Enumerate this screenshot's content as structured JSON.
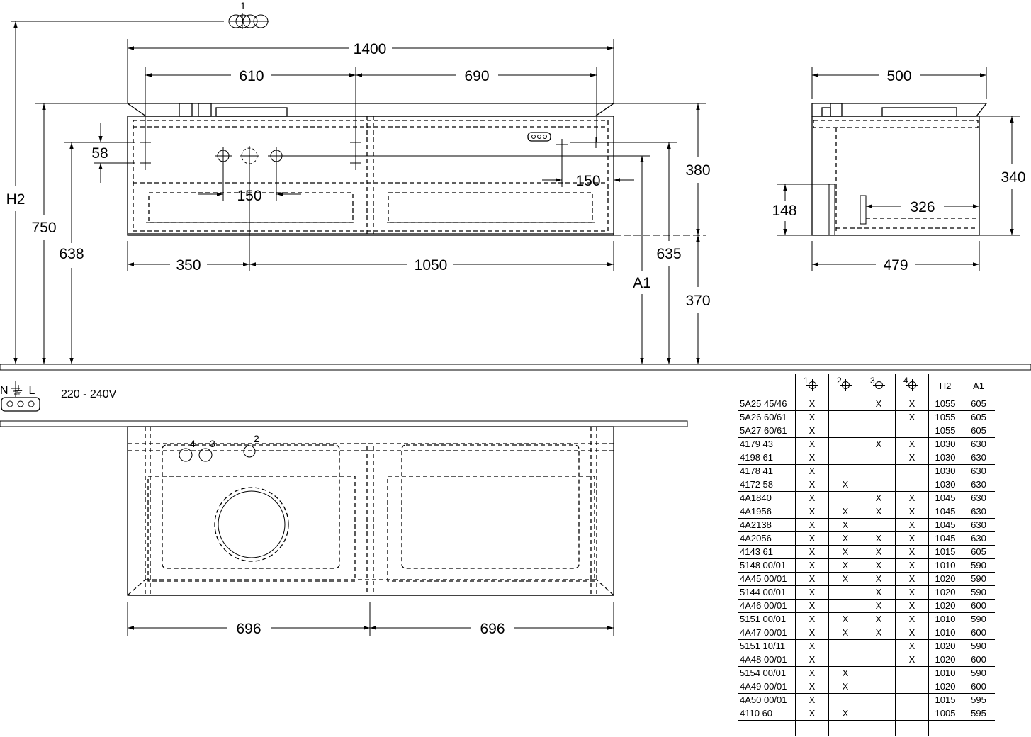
{
  "dimensions": {
    "top_width": "1400",
    "left_span": "610",
    "right_span": "690",
    "side_depth": "500",
    "front_height": "380",
    "side_height": "340",
    "hole_gap": "58",
    "tap_spacing": "150",
    "right_offset": "150",
    "left_to_center": "350",
    "center_to_right": "1050",
    "wall_height": "370",
    "h_635": "635",
    "h_750": "750",
    "h_638": "638",
    "h2_label": "H2",
    "a1_label": "A1",
    "side_148": "148",
    "side_326": "326",
    "side_479": "479",
    "drawer_left": "696",
    "drawer_right": "696",
    "callout_1": "1",
    "callout_2": "2",
    "callout_3": "3",
    "callout_4": "4"
  },
  "electrical": {
    "socket_label": "N ⏚ L",
    "voltage": "220 - 240V"
  },
  "table": {
    "headers": [
      "",
      "1",
      "2",
      "3",
      "4",
      "H2",
      "A1"
    ],
    "rows": [
      [
        "5A25 45/46",
        "X",
        "",
        "X",
        "X",
        "1055",
        "605"
      ],
      [
        "5A26 60/61",
        "X",
        "",
        "",
        "X",
        "1055",
        "605"
      ],
      [
        "5A27 60/61",
        "X",
        "",
        "",
        "",
        "1055",
        "605"
      ],
      [
        "4179 43",
        "X",
        "",
        "X",
        "X",
        "1030",
        "630"
      ],
      [
        "4198 61",
        "X",
        "",
        "",
        "X",
        "1030",
        "630"
      ],
      [
        "4178 41",
        "X",
        "",
        "",
        "",
        "1030",
        "630"
      ],
      [
        "4172 58",
        "X",
        "X",
        "",
        "",
        "1030",
        "630"
      ],
      [
        "4A1840",
        "X",
        "",
        "X",
        "X",
        "1045",
        "630"
      ],
      [
        "4A1956",
        "X",
        "X",
        "X",
        "X",
        "1045",
        "630"
      ],
      [
        "4A2138",
        "X",
        "X",
        "",
        "X",
        "1045",
        "630"
      ],
      [
        "4A2056",
        "X",
        "X",
        "X",
        "X",
        "1045",
        "630"
      ],
      [
        "4143 61",
        "X",
        "X",
        "X",
        "X",
        "1015",
        "605"
      ],
      [
        "5148 00/01",
        "X",
        "X",
        "X",
        "X",
        "1010",
        "590"
      ],
      [
        "4A45 00/01",
        "X",
        "X",
        "X",
        "X",
        "1020",
        "590"
      ],
      [
        "5144 00/01",
        "X",
        "",
        "X",
        "X",
        "1020",
        "590"
      ],
      [
        "4A46 00/01",
        "X",
        "",
        "X",
        "X",
        "1020",
        "600"
      ],
      [
        "5151 00/01",
        "X",
        "X",
        "X",
        "X",
        "1010",
        "590"
      ],
      [
        "4A47 00/01",
        "X",
        "X",
        "X",
        "X",
        "1010",
        "600"
      ],
      [
        "5151 10/11",
        "X",
        "",
        "",
        "X",
        "1020",
        "590"
      ],
      [
        "4A48 00/01",
        "X",
        "",
        "",
        "X",
        "1020",
        "600"
      ],
      [
        "5154 00/01",
        "X",
        "X",
        "",
        "",
        "1010",
        "590"
      ],
      [
        "4A49 00/01",
        "X",
        "X",
        "",
        "",
        "1020",
        "600"
      ],
      [
        "4A50 00/01",
        "X",
        "",
        "",
        "",
        "1015",
        "595"
      ],
      [
        "4110 60",
        "X",
        "X",
        "",
        "",
        "1005",
        "595"
      ]
    ]
  }
}
